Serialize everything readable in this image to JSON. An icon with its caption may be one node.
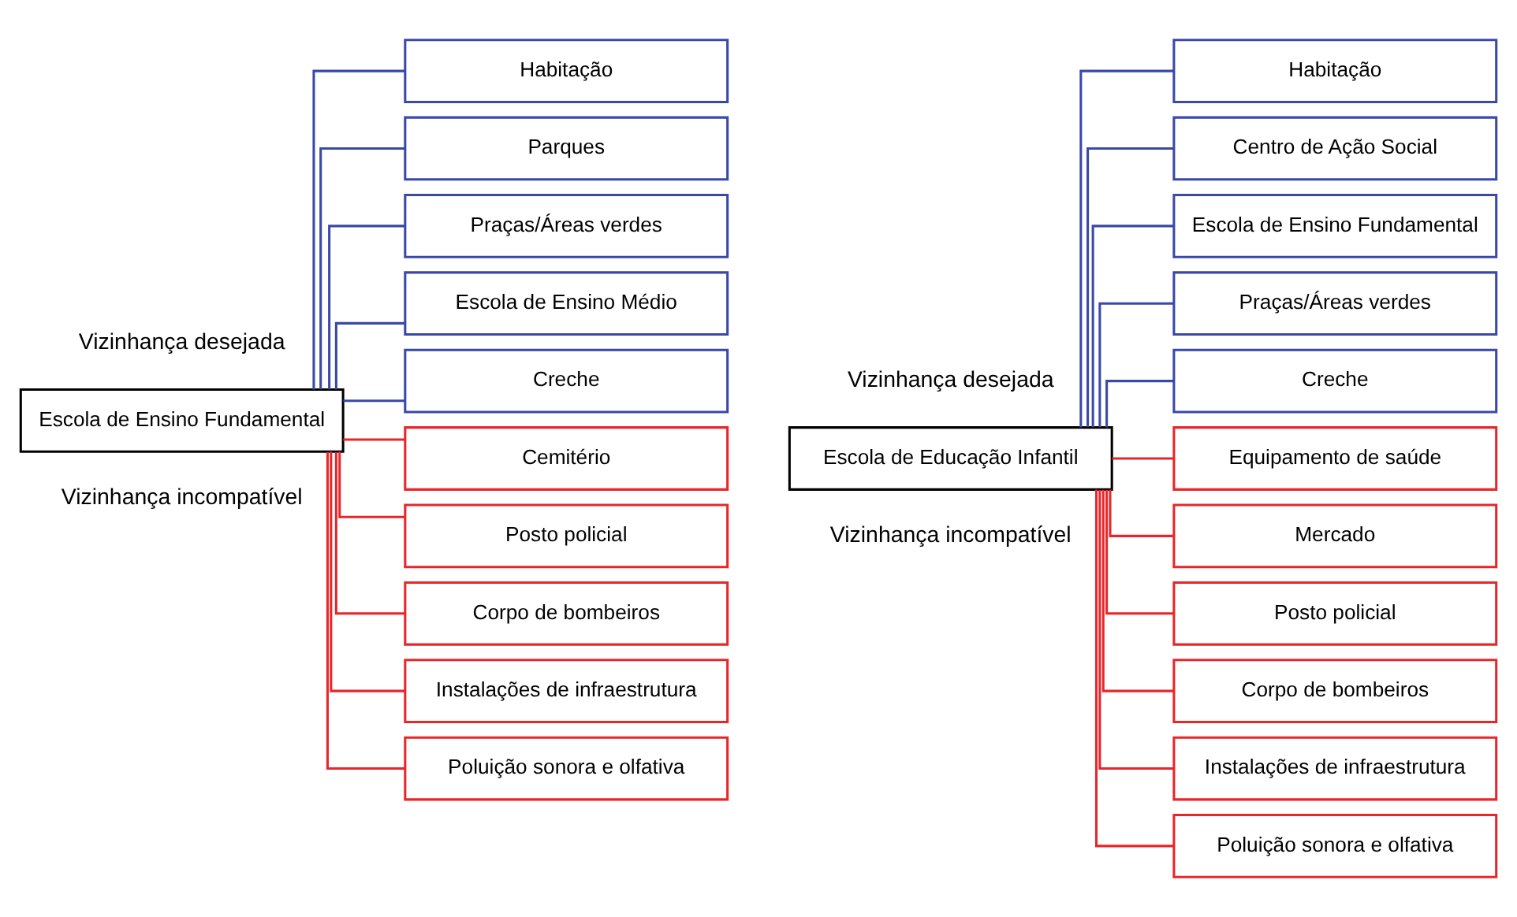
{
  "diagram": {
    "nodes": [
      {
        "text": [
          "Escola de Ensino Fundamental"
        ]
      },
      {
        "text": [
          "Habitação"
        ]
      },
      {
        "text": [
          "Parques"
        ]
      },
      {
        "text": [
          "Praças/Áreas verdes"
        ]
      },
      {
        "text": [
          "Escola de Ensino Médio"
        ]
      },
      {
        "text": [
          "Creche"
        ]
      },
      {
        "text": [
          "Cemitério"
        ]
      },
      {
        "text": [
          "Posto policial"
        ]
      },
      {
        "text": [
          "Corpo de bombeiros"
        ]
      },
      {
        "text": [
          "Instalações de infraestrutura"
        ]
      },
      {
        "text": [
          "Poluição sonora e olfativa"
        ]
      },
      {
        "text": [
          "Escola de Educação Infantil"
        ]
      },
      {
        "text": [
          "Habitação"
        ]
      },
      {
        "text": [
          "Centro de Ação Social"
        ]
      },
      {
        "text": [
          "Escola de Ensino Fundamental"
        ]
      },
      {
        "text": [
          "Praças/Áreas verdes"
        ]
      },
      {
        "text": [
          "Creche"
        ]
      },
      {
        "text": [
          "Equipamento de saúde"
        ]
      },
      {
        "text": [
          "Mercado"
        ]
      },
      {
        "text": [
          "Posto policial"
        ]
      },
      {
        "text": [
          "Corpo de bombeiros"
        ]
      },
      {
        "text": [
          "Instalações de infraestrutura"
        ]
      },
      {
        "text": [
          "Poluição sonora e olfativa"
        ]
      }
    ],
    "edges": [
      {
        "from": 0,
        "to": 1,
        "arrow": "none",
        "color": "#3a48a8"
      },
      {
        "from": 0,
        "to": 2,
        "arrow": "none",
        "color": "#3a48a8"
      },
      {
        "from": 0,
        "to": 3,
        "arrow": "none",
        "color": "#3a48a8"
      },
      {
        "from": 0,
        "to": 4,
        "arrow": "none",
        "color": "#3a48a8"
      },
      {
        "from": 0,
        "to": 5,
        "arrow": "none",
        "color": "#3a48a8"
      },
      {
        "from": 0,
        "to": 6,
        "arrow": "none",
        "color": "#e8262a"
      },
      {
        "from": 0,
        "to": 7,
        "arrow": "none",
        "color": "#e8262a"
      },
      {
        "from": 0,
        "to": 8,
        "arrow": "none",
        "color": "#e8262a"
      },
      {
        "from": 0,
        "to": 9,
        "arrow": "none",
        "color": "#e8262a"
      },
      {
        "from": 0,
        "to": 10,
        "arrow": "none",
        "color": "#e8262a"
      },
      {
        "from": 11,
        "to": 12,
        "arrow": "none",
        "color": "#3a48a8"
      },
      {
        "from": 11,
        "to": 13,
        "arrow": "none",
        "color": "#3a48a8"
      },
      {
        "from": 11,
        "to": 14,
        "arrow": "none",
        "color": "#3a48a8"
      },
      {
        "from": 11,
        "to": 15,
        "arrow": "none",
        "color": "#3a48a8"
      },
      {
        "from": 11,
        "to": 16,
        "arrow": "none",
        "color": "#3a48a8"
      },
      {
        "from": 11,
        "to": 17,
        "arrow": "none",
        "color": "#e8262a"
      },
      {
        "from": 11,
        "to": 18,
        "arrow": "none",
        "color": "#e8262a"
      },
      {
        "from": 11,
        "to": 19,
        "arrow": "none",
        "color": "#e8262a"
      },
      {
        "from": 11,
        "to": 20,
        "arrow": "none",
        "color": "#e8262a"
      },
      {
        "from": 11,
        "to": 21,
        "arrow": "none",
        "color": "#e8262a"
      },
      {
        "from": 11,
        "to": 22,
        "arrow": "none",
        "color": "#e8262a"
      }
    ],
    "labels": [
      "Vizinhança desejada",
      "Vizinhança incompatível",
      "Vizinhança desejada",
      "Vizinhança incompatível"
    ]
  }
}
